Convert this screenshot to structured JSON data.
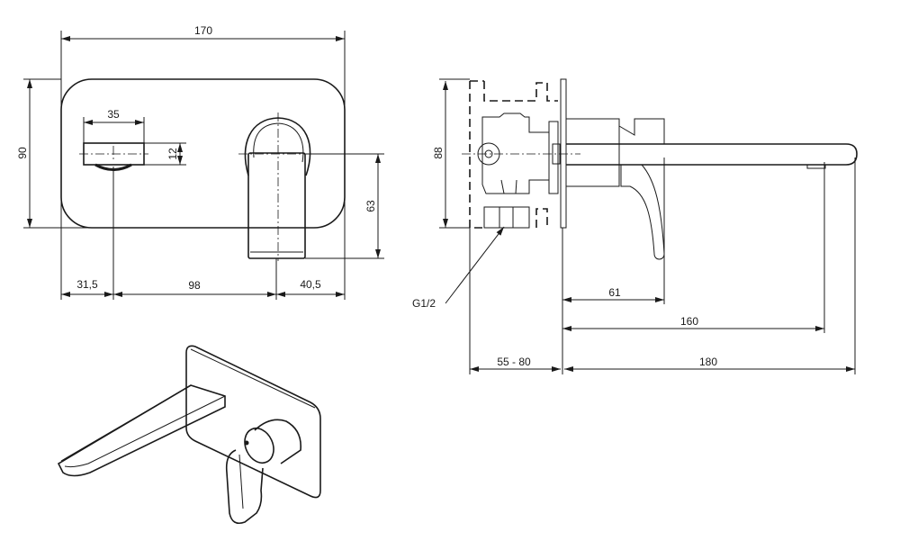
{
  "front_view": {
    "width_total": "170",
    "height_plate": "90",
    "spout_width": "35",
    "spout_height": "12",
    "handle_offset": "63",
    "left_offset": "31,5",
    "center_distance": "98",
    "right_offset": "40,5"
  },
  "side_view": {
    "body_height": "88",
    "lever_projection": "61",
    "spout_outlet": "160",
    "spout_length": "180",
    "wall_depth": "55 - 80",
    "connection_label": "G1/2"
  },
  "colors": {
    "line": "#1a1a1a",
    "background": "#ffffff"
  }
}
